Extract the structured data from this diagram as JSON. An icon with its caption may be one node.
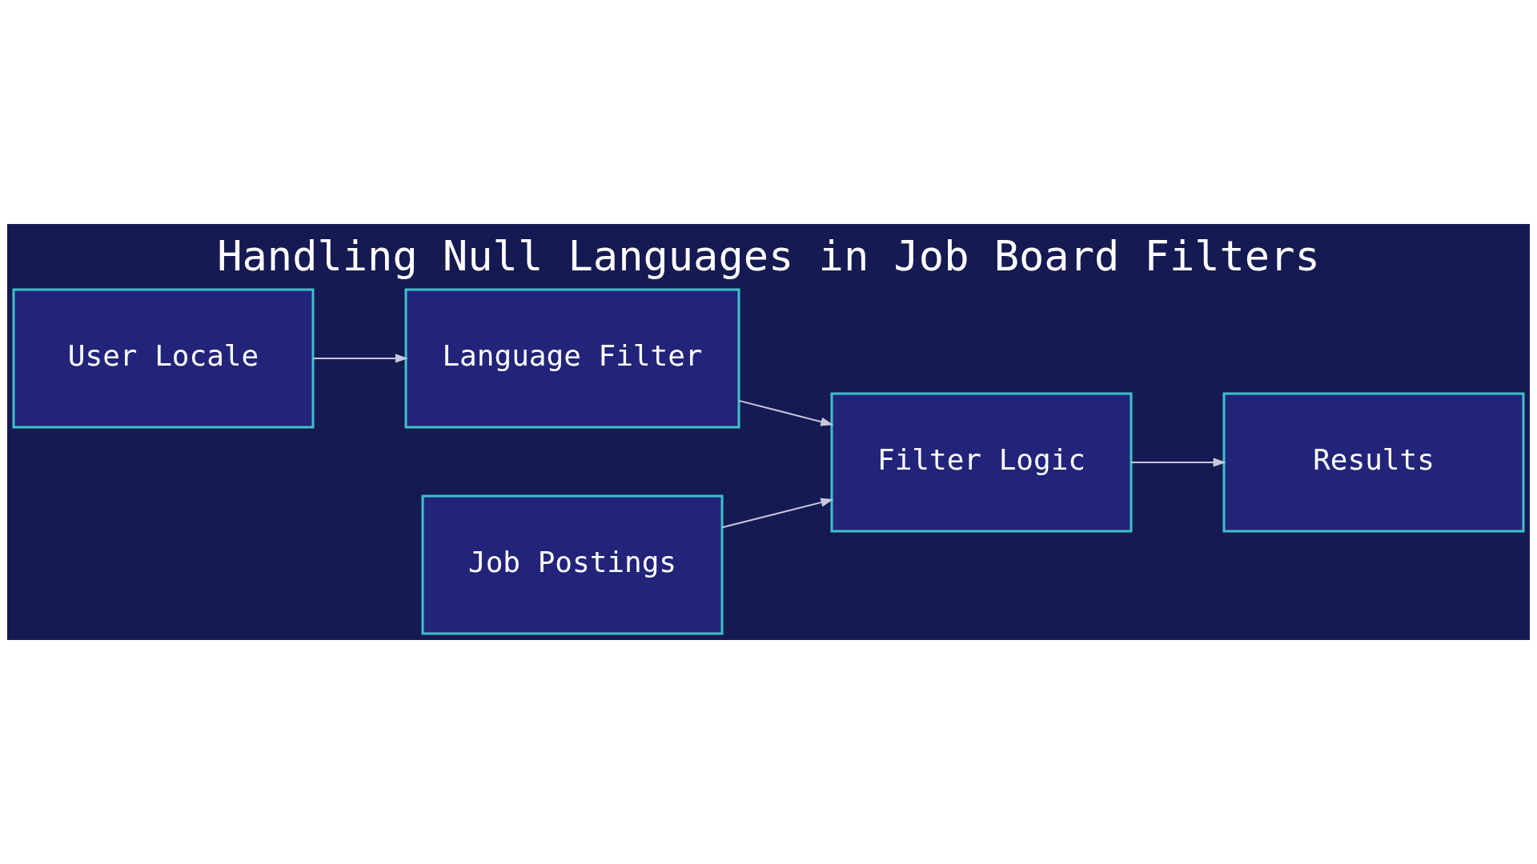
{
  "diagram": {
    "title": "Handling Null Languages in Job Board Filters",
    "nodes": [
      {
        "text": [
          "Job Postings"
        ]
      },
      {
        "text": [
          "User Locale"
        ]
      },
      {
        "text": [
          "Language Filter"
        ]
      },
      {
        "text": [
          "Filter Logic"
        ]
      },
      {
        "text": [
          "Results"
        ]
      }
    ],
    "edges": [
      {
        "from": 1,
        "to": 2,
        "arrow": "to"
      },
      {
        "from": 0,
        "to": 3,
        "arrow": "to"
      },
      {
        "from": 2,
        "to": 3,
        "arrow": "to"
      },
      {
        "from": 3,
        "to": 4,
        "arrow": "to"
      }
    ]
  }
}
